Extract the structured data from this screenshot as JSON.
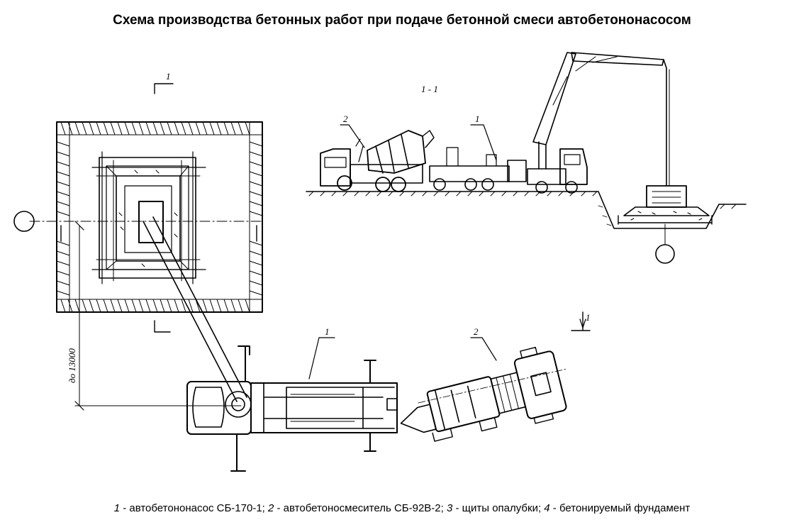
{
  "title": "Схема производства бетонных работ при подаче бетонной смеси автобетононасосом",
  "section_label": "1 - 1",
  "section_mark": "1",
  "dimension_label": "до 13000",
  "callouts": {
    "pump_top": "1",
    "mixer_top": "2",
    "pump_plan": "1",
    "mixer_plan": "2"
  },
  "axis_marker": "1",
  "legend": [
    {
      "num": "1",
      "text": " - автобетононасос СБ-170-1; "
    },
    {
      "num": "2",
      "text": " - автобетоносмеситель СБ-92В-2; "
    },
    {
      "num": "3",
      "text": " - щиты опалубки; "
    },
    {
      "num": "4",
      "text": " - бетонируемый фундамент"
    }
  ]
}
